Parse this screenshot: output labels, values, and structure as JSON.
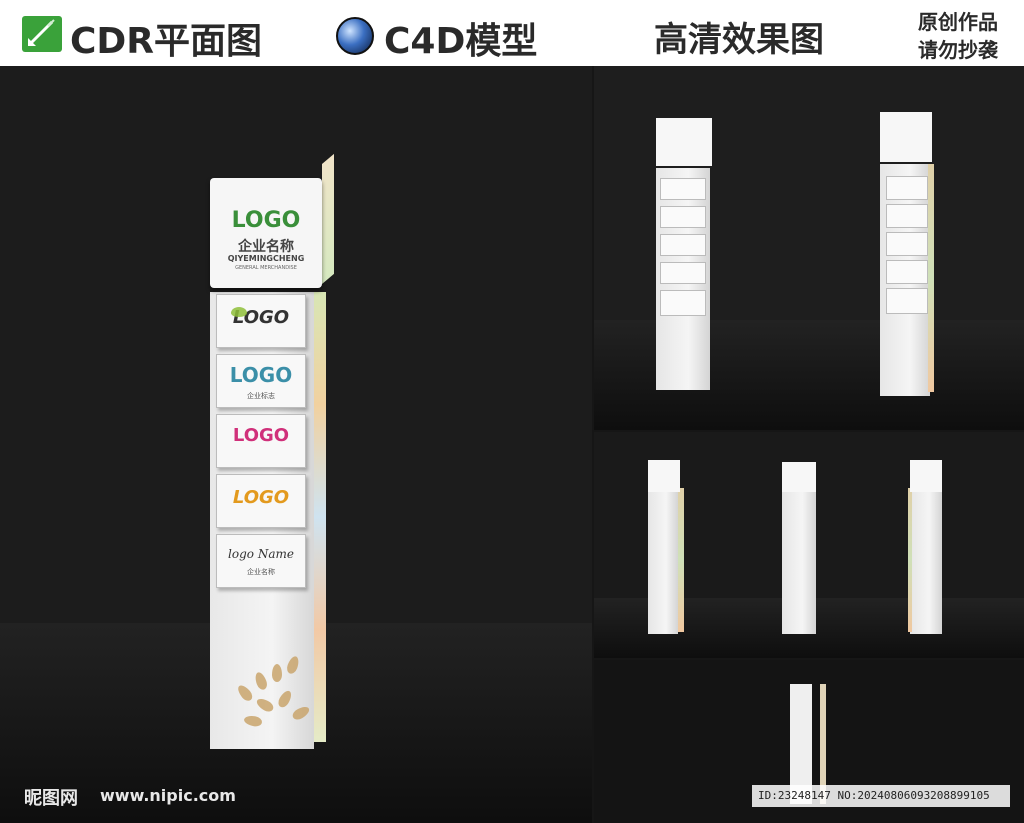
{
  "header": {
    "cdr_label": "CDR平面图",
    "c4d_label": "C4D模型",
    "render_label": "高清效果图",
    "notice_line1": "原创作品",
    "notice_line2": "请勿抄袭"
  },
  "sign": {
    "top_logo": "LOGO",
    "top_company": "企业名称",
    "top_pinyin": "QIYEMINGCHENG",
    "top_sub": "GENERAL MERCHANDISE",
    "panels": [
      {
        "logo": "LOGO",
        "caption": ""
      },
      {
        "logo": "LOGO",
        "caption": "企业标志"
      },
      {
        "logo": "LOGO",
        "caption": ""
      },
      {
        "logo": "LOGO",
        "caption": ""
      },
      {
        "logo": "logo Name",
        "caption": "企业名称"
      }
    ]
  },
  "footer": {
    "watermark_cn": "昵图网",
    "watermark_url": "www.nipic.com",
    "id_text": "ID:23248147 NO:20240806093208899105"
  },
  "colors": {
    "background": "#161616",
    "header_bg": "#ffffff",
    "cdr_green": "#3aa23a",
    "leaf_gold": "#c9a56c"
  }
}
